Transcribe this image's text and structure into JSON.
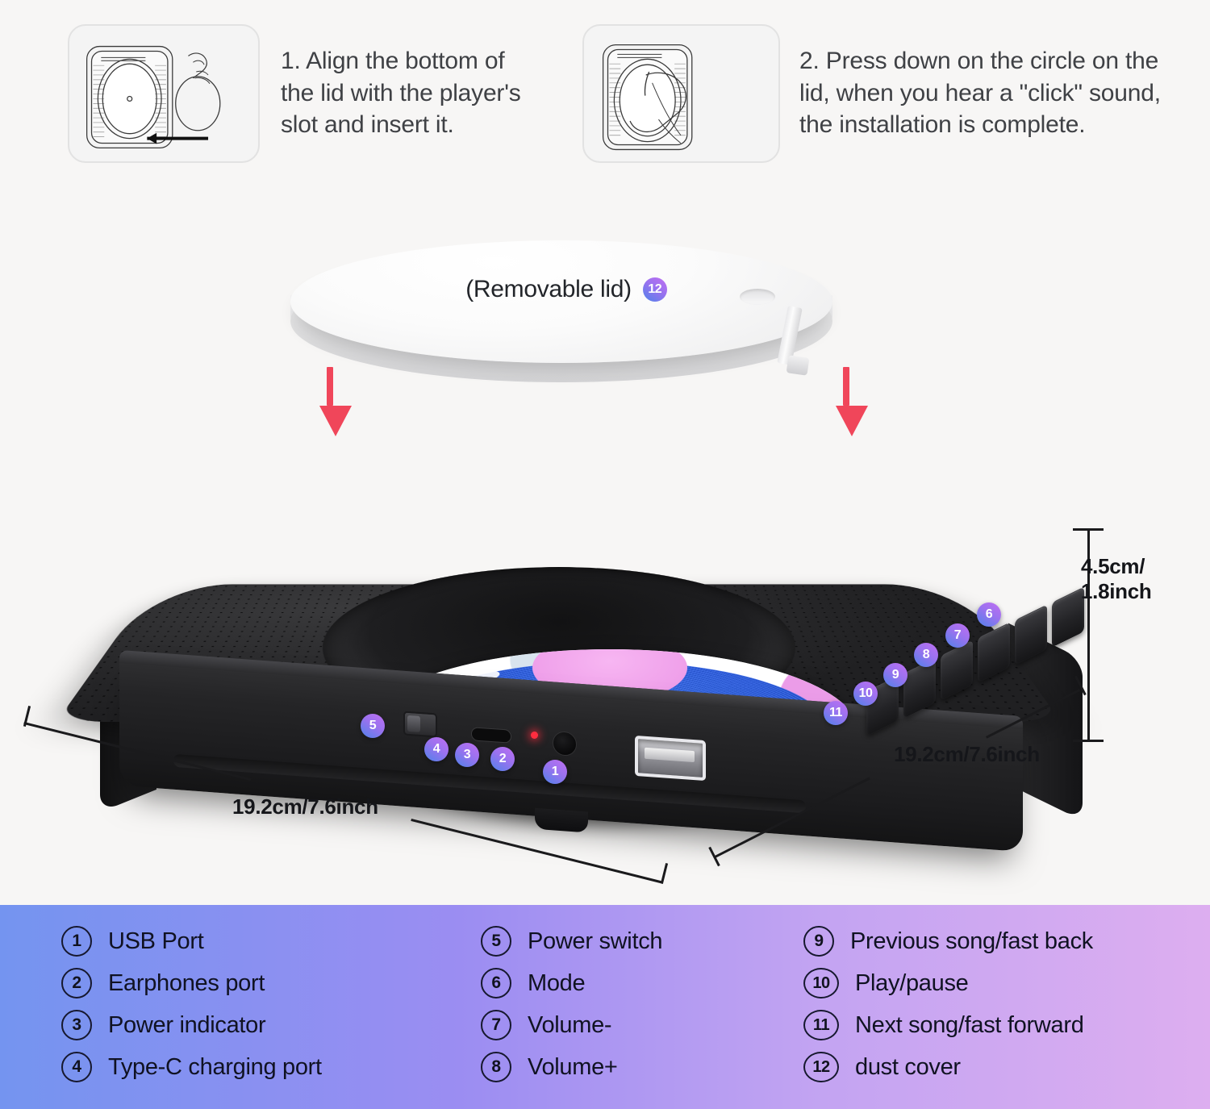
{
  "steps": [
    {
      "id": "step-1",
      "text": "1. Align the bottom of\nthe lid with the player's\nslot and insert it.",
      "thumb_icon": "player-insert-lid-diagram"
    },
    {
      "id": "step-2",
      "text": "2. Press down on the circle on the\nlid, when you hear a \"click\" sound,\nthe installation is complete.",
      "thumb_icon": "player-press-lid-diagram"
    }
  ],
  "product": {
    "lid_label": "(Removable lid)",
    "lid_badge": "12",
    "front_badges": [
      "5",
      "4",
      "3",
      "2",
      "1"
    ],
    "side_badges": [
      "11",
      "10",
      "9",
      "8",
      "7",
      "6"
    ]
  },
  "dimensions": {
    "height": "4.5cm/\n1.8inch",
    "width_front": "19.2cm/7.6inch",
    "depth_right": "19.2cm/7.6inch"
  },
  "legend": {
    "items": [
      {
        "num": "1",
        "label": "USB Port"
      },
      {
        "num": "5",
        "label": "Power switch"
      },
      {
        "num": "9",
        "label": "Previous song/fast back"
      },
      {
        "num": "2",
        "label": "Earphones port"
      },
      {
        "num": "6",
        "label": "Mode"
      },
      {
        "num": "10",
        "label": "Play/pause"
      },
      {
        "num": "3",
        "label": "Power indicator"
      },
      {
        "num": "7",
        "label": "Volume-"
      },
      {
        "num": "11",
        "label": "Next song/fast forward"
      },
      {
        "num": "4",
        "label": "Type-C charging port"
      },
      {
        "num": "8",
        "label": "Volume+"
      },
      {
        "num": "12",
        "label": "dust cover"
      }
    ]
  },
  "colors": {
    "background": "#f7f6f5",
    "arrow_red": "#f0465a",
    "badge_gradient_start": "#c06ff2",
    "badge_gradient_end": "#4f82ea",
    "legend_gradient_start": "#7494f0",
    "legend_gradient_end": "#ddaef0",
    "vinyl_blue": "#2b5fe8",
    "vinyl_pink": "#efa0ea",
    "vinyl_cyan": "#5fd6e8",
    "body_black": "#242426"
  }
}
